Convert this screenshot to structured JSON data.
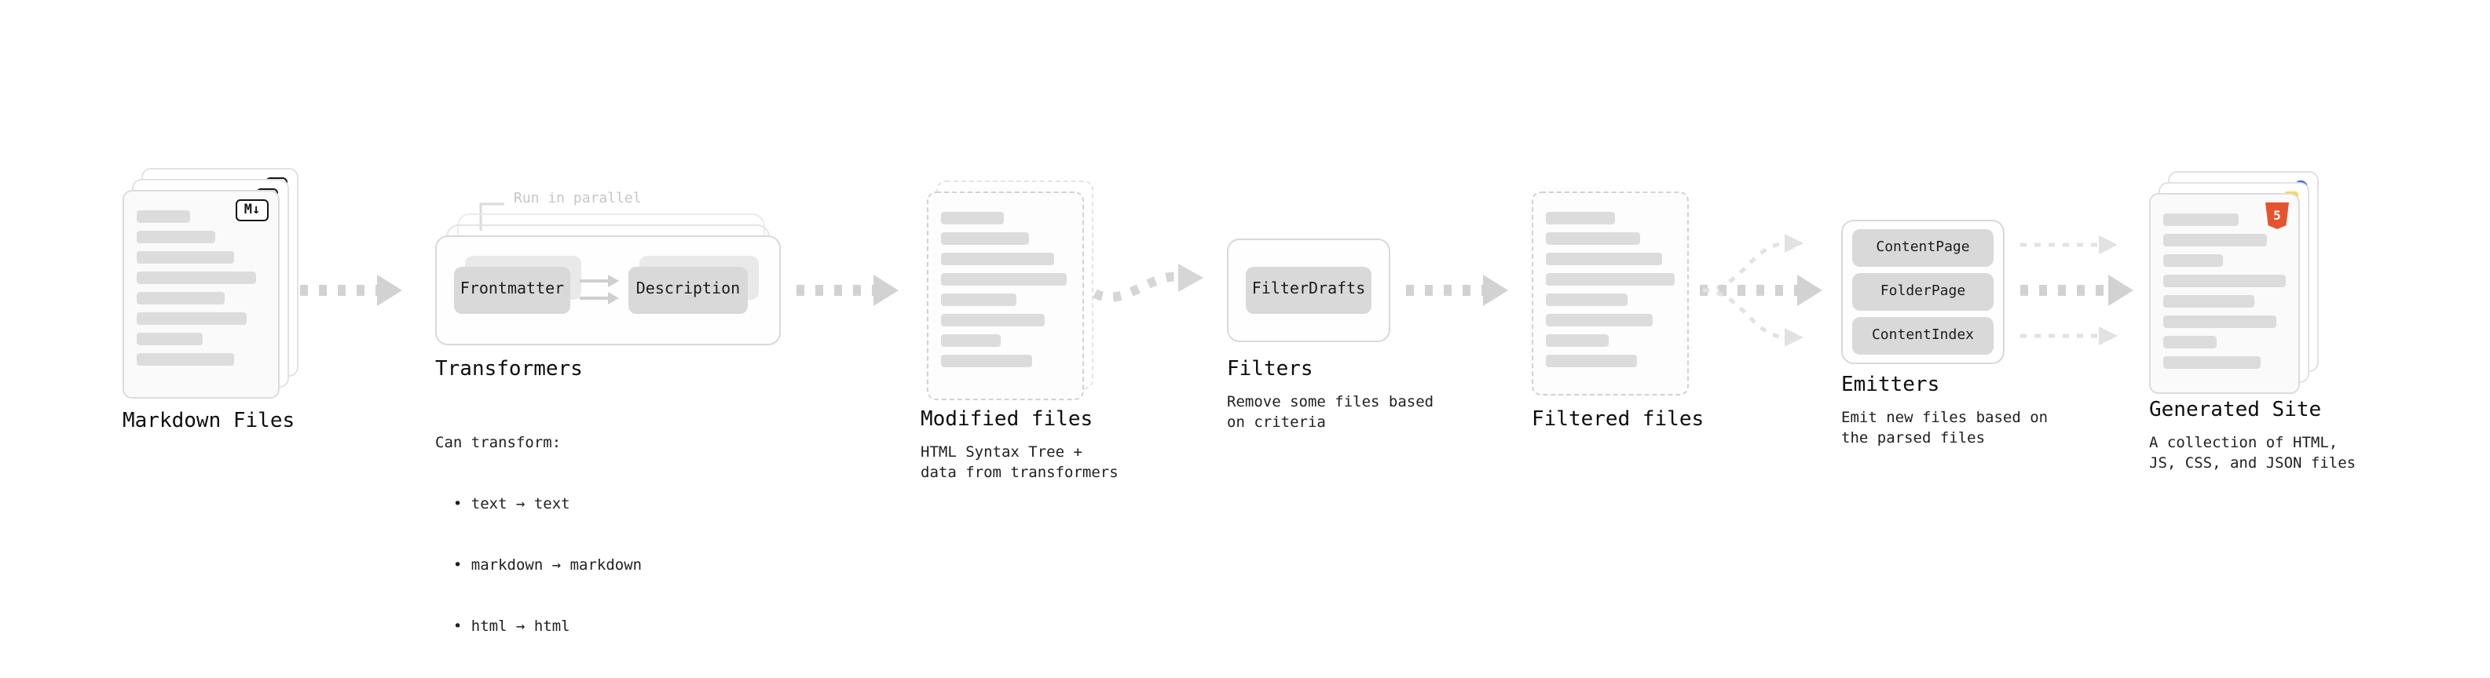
{
  "colors": {
    "arrow_gray": "#d2d2d2",
    "thin_arrow_gray": "#e2e2e2",
    "node_button_bg": "#d9d9d9",
    "card_bg": "#fafafa",
    "html5_orange": "#e5532f",
    "js_yellow": "#f0db4f",
    "css_blue": "#2965f1"
  },
  "stages": {
    "markdown_files": {
      "title": "Markdown Files",
      "icon_glyph": "M↓",
      "placeholder_lines": [
        34,
        50,
        62,
        76,
        56,
        70,
        42,
        62
      ]
    },
    "transformers": {
      "title": "Transformers",
      "parallel_label": "Run in parallel",
      "buttons": [
        "Frontmatter",
        "Description"
      ],
      "caption_lines": [
        "Can transform:",
        "  • text → text",
        "  • markdown → markdown",
        "  • html → html"
      ]
    },
    "modified_files": {
      "title": "Modified files",
      "caption": "HTML Syntax Tree +\ndata from transformers",
      "placeholder_lines": [
        40,
        56,
        72,
        80,
        48,
        66,
        38,
        58
      ]
    },
    "filters": {
      "title": "Filters",
      "buttons": [
        "FilterDrafts"
      ],
      "caption": "Remove some files based\non criteria"
    },
    "filtered_files": {
      "title": "Filtered files",
      "placeholder_lines": [
        44,
        60,
        74,
        82,
        52,
        68,
        40,
        58
      ]
    },
    "emitters": {
      "title": "Emitters",
      "buttons": [
        "ContentPage",
        "FolderPage",
        "ContentIndex"
      ],
      "caption": "Emit new files based on\nthe parsed files"
    },
    "generated_site": {
      "title": "Generated Site",
      "icon_glyph": "5",
      "caption": "A collection of HTML,\nJS, CSS, and JSON files",
      "placeholder_lines": [
        48,
        66,
        38,
        78,
        58,
        72,
        34,
        62
      ]
    }
  }
}
